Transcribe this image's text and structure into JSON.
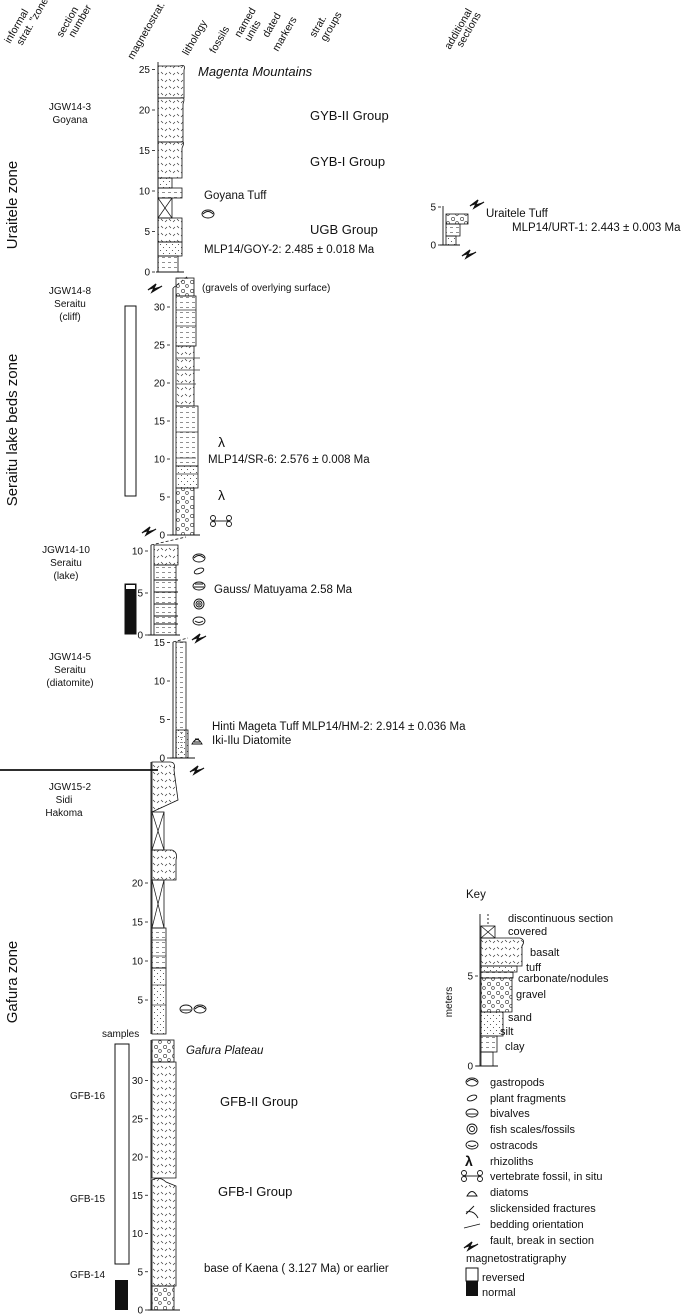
{
  "headers": [
    "informal",
    "strat. \"zones\"",
    "section",
    "number",
    "magnetostrat.",
    "lithology",
    "fossils",
    "named",
    "units",
    "dated",
    "markers",
    "strat.",
    "groups",
    "additional",
    "sections"
  ],
  "zones": [
    "Uraitele zone",
    "Seraitu lake beds zone",
    "Gafura zone"
  ],
  "sections": [
    [
      "JGW14-3",
      "Goyana"
    ],
    [
      "JGW14-8",
      "Seraitu",
      "(cliff)"
    ],
    [
      "JGW14-10",
      "Seraitu",
      "(lake)"
    ],
    [
      "JGW14-5",
      "Seraitu",
      "(diatomite)"
    ],
    [
      "JGW15-2",
      "Sidi",
      "Hakoma"
    ]
  ],
  "ticks": {
    "goyana": [
      "0",
      "5",
      "10",
      "15",
      "20",
      "25"
    ],
    "cliff": [
      "0",
      "5",
      "10",
      "15",
      "20",
      "25",
      "30"
    ],
    "lake": [
      "0",
      "5",
      "10"
    ],
    "diatomite": [
      "0",
      "5",
      "10",
      "15"
    ],
    "sidi": [
      "5",
      "10",
      "15",
      "20"
    ],
    "gafura": [
      "0",
      "5",
      "10",
      "15",
      "20",
      "25",
      "30"
    ],
    "uraitele": [
      "0",
      "5"
    ],
    "key": [
      "0",
      "5"
    ]
  },
  "labels": {
    "magenta": "Magenta Mountains",
    "gyb2": "GYB-II Group",
    "gyb1": "GYB-I Group",
    "goyana_tuff": "Goyana Tuff",
    "ugb": "UGB Group",
    "goy2": "MLP14/GOY-2: 2.485 ± 0.018 Ma",
    "gravels": "(gravels of overlying surface)",
    "sr6": "MLP14/SR-6: 2.576 ± 0.008 Ma",
    "gauss": "Gauss/ Matuyama 2.58 Ma",
    "hinti": "Hinti Mageta Tuff MLP14/HM-2: 2.914 ± 0.036 Ma",
    "ikiilu": "Iki-Ilu Diatomite",
    "gafura_plateau": "Gafura Plateau",
    "samples": "samples",
    "gfb16": "GFB-16",
    "gfb15": "GFB-15",
    "gfb14": "GFB-14",
    "gfb2": "GFB-II Group",
    "gfb1": "GFB-I Group",
    "kaena": "base of Kaena ( 3.127 Ma) or earlier",
    "uraitele_tuff": "Uraitele Tuff",
    "urt1": "MLP14/URT-1: 2.443 ± 0.003 Ma",
    "lambda": "λ"
  },
  "key": {
    "title": "Key",
    "axis": "meters",
    "litho": [
      "discontinuous section",
      "covered",
      "basalt",
      "tuff",
      "carbonate/nodules",
      "gravel",
      "sand",
      "silt",
      "clay"
    ],
    "symbols": [
      "gastropods",
      "plant fragments",
      "bivalves",
      "fish scales/fossils",
      "ostracods",
      "rhizoliths",
      "vertebrate fossil, in situ",
      "diatoms",
      "slickensided fractures",
      "bedding orientation",
      "fault, break in section"
    ],
    "magneto_title": "magnetostratigraphy",
    "reversed": "reversed",
    "normal": "normal"
  }
}
